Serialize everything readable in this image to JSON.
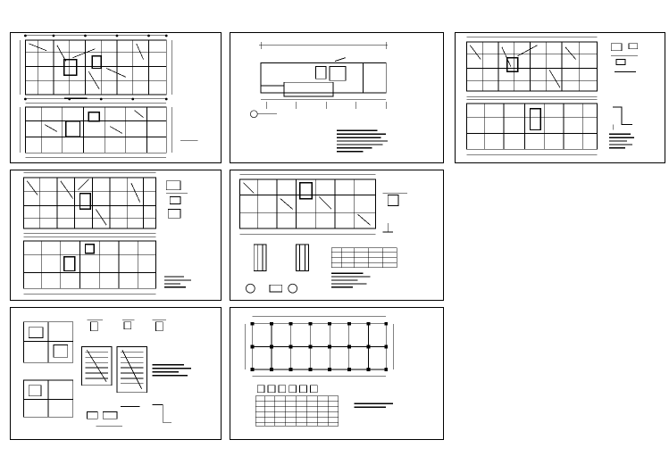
{
  "sheets": [
    {
      "id": "sheet-1",
      "content": "floor-plans-pair"
    },
    {
      "id": "sheet-2",
      "content": "elevation-with-notes"
    },
    {
      "id": "sheet-3",
      "content": "floor-plans-with-details"
    },
    {
      "id": "sheet-4",
      "content": "floor-plans-with-details"
    },
    {
      "id": "sheet-5",
      "content": "structural-plan-with-schedule"
    },
    {
      "id": "sheet-6",
      "content": "stair-and-section-details"
    },
    {
      "id": "sheet-7",
      "content": "grid-plan-with-table"
    }
  ],
  "colors": {
    "line": "#000000",
    "background": "#ffffff"
  }
}
